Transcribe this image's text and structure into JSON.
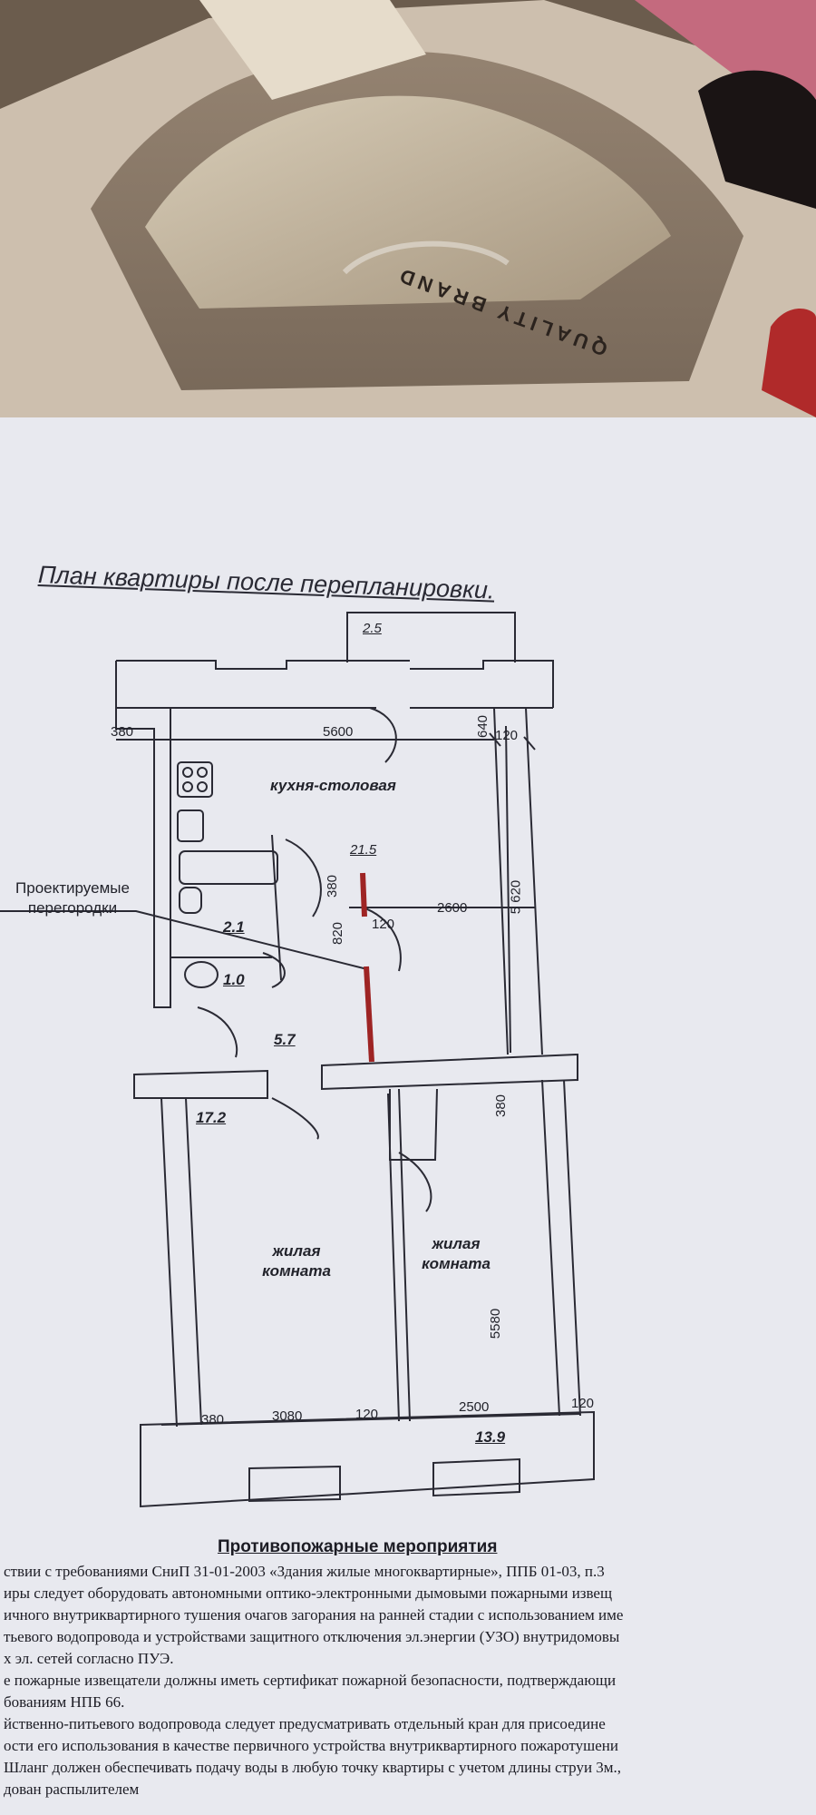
{
  "photo": {
    "bag_print": "QUALITY BRAND",
    "colors": {
      "paper": "#e8e9ef",
      "ink": "#22232b",
      "partition": "#9e2424",
      "table": "#6b5c4d"
    }
  },
  "plan": {
    "title": "План квартиры после перепланировки.",
    "room_names": {
      "kitchen": "кухня-столовая",
      "living_left": "жилая комната",
      "living_right": "жилая комната"
    },
    "areas": {
      "balcony": "2.5",
      "kitchen": "21.5",
      "bath": "2.1",
      "wc": "1.0",
      "hall": "5.7",
      "living_left": "17.2",
      "living_right": "13.9"
    },
    "annotation": "Проектируемые перегородки",
    "dimensions": {
      "top_wall": "380",
      "top_width": "5600",
      "top_right_1": "640",
      "top_right_2": "120",
      "right_height": "5 620",
      "partition_a": "380",
      "partition_b": "820",
      "partition_c": "120",
      "kitchen_inner": "2600",
      "mid_wall": "380",
      "bottom_height": "5580",
      "bottom_1": "380",
      "bottom_2": "3080",
      "bottom_3": "120",
      "bottom_4": "2500",
      "bottom_5": "120"
    }
  },
  "fire_safety": {
    "title": "Противопожарные мероприятия",
    "lines": [
      "ствии с  требованиями СниП  31-01-2003  «Здания жилые многоквартирные»,  ППБ 01-03, п.3",
      "иры следует оборудовать автономными оптико-электронными  дымовыми пожарными извещ",
      "ичного внутриквартирного тушения очагов загорания на ранней стадии с использованием име",
      "тьевого водопровода и  устройствами защитного отключения эл.энергии (УЗО) внутридомовы",
      "х  эл. сетей согласно ПУЭ.",
      "е пожарные извещатели должны иметь сертификат пожарной безопасности, подтверждающи",
      "бованиям НПБ 66.",
      "йственно-питьевого водопровода следует предусматривать отдельный кран для присоедине",
      "ости его использования в качестве первичного устройства внутриквартирного пожаротушени",
      "Шланг должен обеспечивать подачу воды в любую точку квартиры с учетом длины струи 3м.,",
      "дован распылителем"
    ]
  }
}
